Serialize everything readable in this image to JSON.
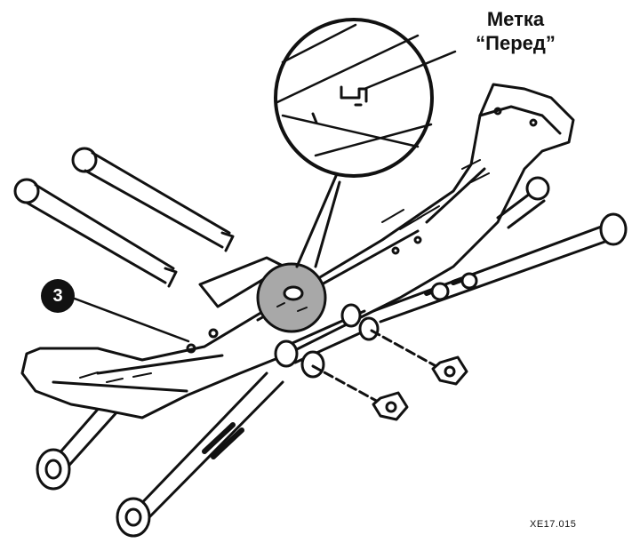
{
  "callout": {
    "line1": "Метка",
    "line2": "“Перед”"
  },
  "part_badge": "3",
  "figure_code": "XE17.015",
  "colors": {
    "ink": "#111111",
    "highlight": "#a8a8a8",
    "paper": "#ffffff"
  }
}
